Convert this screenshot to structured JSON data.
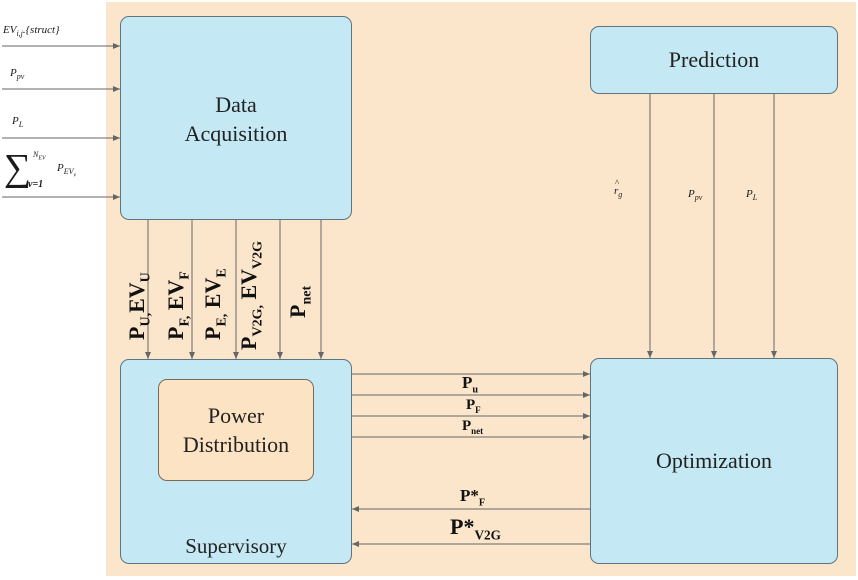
{
  "blocks": {
    "data_acquisition": [
      "Data",
      "Acquisition"
    ],
    "prediction": "Prediction",
    "power_distribution": [
      "Power",
      "Distribution"
    ],
    "supervisory": "Supervisory",
    "optimization": "Optimization"
  },
  "inputs": {
    "ev": {
      "base": "EV",
      "sub": "i,j",
      "suffix": ".{struct}"
    },
    "ppv": {
      "base": "P",
      "sub": "pv"
    },
    "pl": {
      "base": "P",
      "sub": "L"
    },
    "sum": {
      "symbol": "∑",
      "upper": "N",
      "upper_sub": "EV",
      "lower": "v=1",
      "term": "P",
      "term_sub": "EV",
      "term_subsub": "v"
    }
  },
  "vertical_signals": [
    {
      "base": "P",
      "sub": "U,",
      "base2": "EV",
      "sub2": "U"
    },
    {
      "base": "P",
      "sub": "F,",
      "base2": " EV",
      "sub2": "F"
    },
    {
      "base": "P",
      "sub": "E,",
      "base2": " EV",
      "sub2": "E"
    },
    {
      "base": "P",
      "sub": "V2G,",
      "base2": " EV",
      "sub2": "V2G"
    },
    {
      "base": "P",
      "sub": "net",
      "base2": "",
      "sub2": ""
    }
  ],
  "prediction_outputs": [
    {
      "base": "r",
      "sub": "g",
      "hat": "^"
    },
    {
      "base": "P",
      "sub": "pv"
    },
    {
      "base": "P",
      "sub": "L"
    }
  ],
  "forward_signals": [
    {
      "base": "P",
      "sub": "u"
    },
    {
      "base": "P",
      "sub": "F"
    },
    {
      "base": "P",
      "sub": "net"
    }
  ],
  "feedback_signals": [
    {
      "base": "P*",
      "sub": "F"
    },
    {
      "base": "P*",
      "sub": "V2G"
    }
  ],
  "colors": {
    "background": "#fbe6cc",
    "block_fill": "#c4e8f4",
    "block_border": "#5f7480",
    "wire": "#666666"
  }
}
